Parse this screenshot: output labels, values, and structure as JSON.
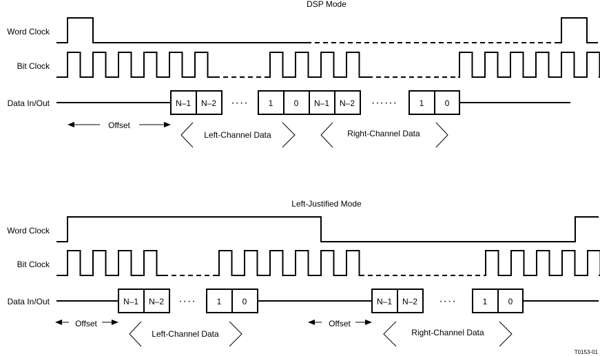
{
  "dsp": {
    "title": "DSP Mode",
    "word_clock": "Word Clock",
    "bit_clock": "Bit Clock",
    "data": "Data In/Out",
    "cells": [
      "N–1",
      "N–2",
      "1",
      "0",
      "N–1",
      "N–2",
      "1",
      "0"
    ],
    "offset": "Offset",
    "left_channel": "Left-Channel Data",
    "right_channel": "Right-Channel Data"
  },
  "lj": {
    "title": "Left-Justified Mode",
    "word_clock": "Word Clock",
    "bit_clock": "Bit Clock",
    "data": "Data In/Out",
    "cells": [
      "N–1",
      "N–2",
      "1",
      "0",
      "N–1",
      "N–2",
      "1",
      "0"
    ],
    "offset_left": "Offset",
    "offset_right": "Offset",
    "left_channel": "Left-Channel Data",
    "right_channel": "Right-Channel Data"
  },
  "figure_id": "T0153-01",
  "ellipsis": {
    "dsp_left": "····",
    "dsp_right": "······",
    "lj_left": "····",
    "lj_right": "····"
  }
}
